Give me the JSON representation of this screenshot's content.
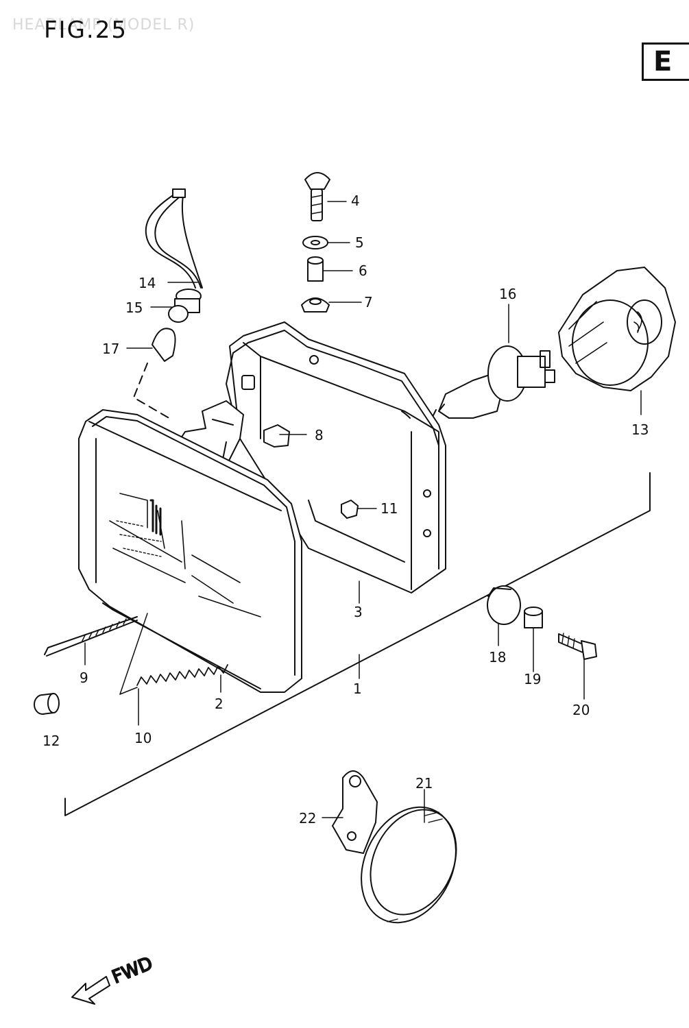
{
  "header": {
    "ghost_title": "HEADLAMP (MODEL R)",
    "figure": "FIG.25",
    "section_tag": "E"
  },
  "direction_label": "FWD",
  "callouts": [
    "1",
    "2",
    "3",
    "4",
    "5",
    "6",
    "7",
    "8",
    "9",
    "10",
    "11",
    "12",
    "13",
    "14",
    "15",
    "16",
    "17",
    "18",
    "19",
    "20",
    "21",
    "22"
  ]
}
